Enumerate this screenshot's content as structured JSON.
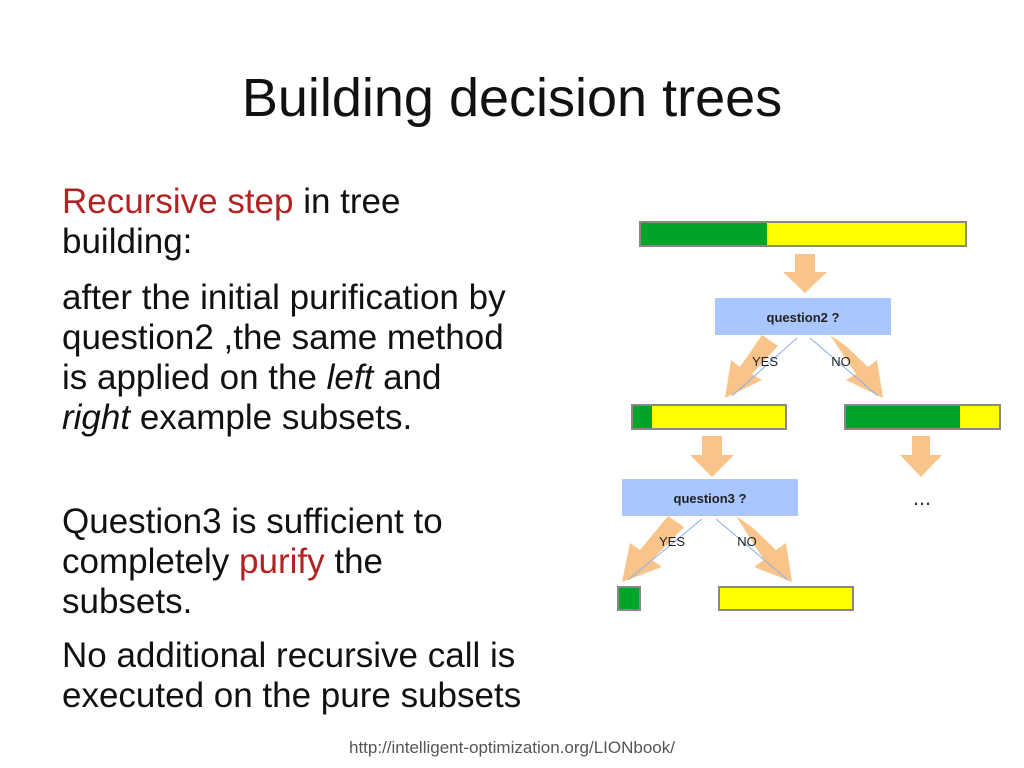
{
  "slide": {
    "title": "Building decision trees",
    "footer_url": "http://intelligent-optimization.org/LIONbook/"
  },
  "body": {
    "p1_highlight": "Recursive step",
    "p1_rest_line1": " in tree",
    "p1_rest_line2": "building:",
    "p2_line1": "after the initial purification by",
    "p2_line2": "question2 ,the same method",
    "p2_line3_a": "is applied on the ",
    "p2_line3_italic": "left",
    "p2_line3_b": " and",
    "p2_line4_italic": "right",
    "p2_line4_b": " example subsets.",
    "p3_line1": "Question3  is sufficient to",
    "p3_line2_a": "completely ",
    "p3_line2_highlight": "purify",
    "p3_line2_b": " the",
    "p3_line3": "subsets.",
    "p4_line1": "No additional recursive call is",
    "p4_line2": "executed on the pure subsets"
  },
  "diagram": {
    "colors": {
      "green": "#00a528",
      "yellow": "#ffff00",
      "question_box": "#a9c6ff",
      "arrow": "#f9c48a"
    },
    "question2_label": "question2 ?",
    "question3_label": "question3 ?",
    "yes_label": "YES",
    "no_label": "NO",
    "ellipsis": "..."
  }
}
